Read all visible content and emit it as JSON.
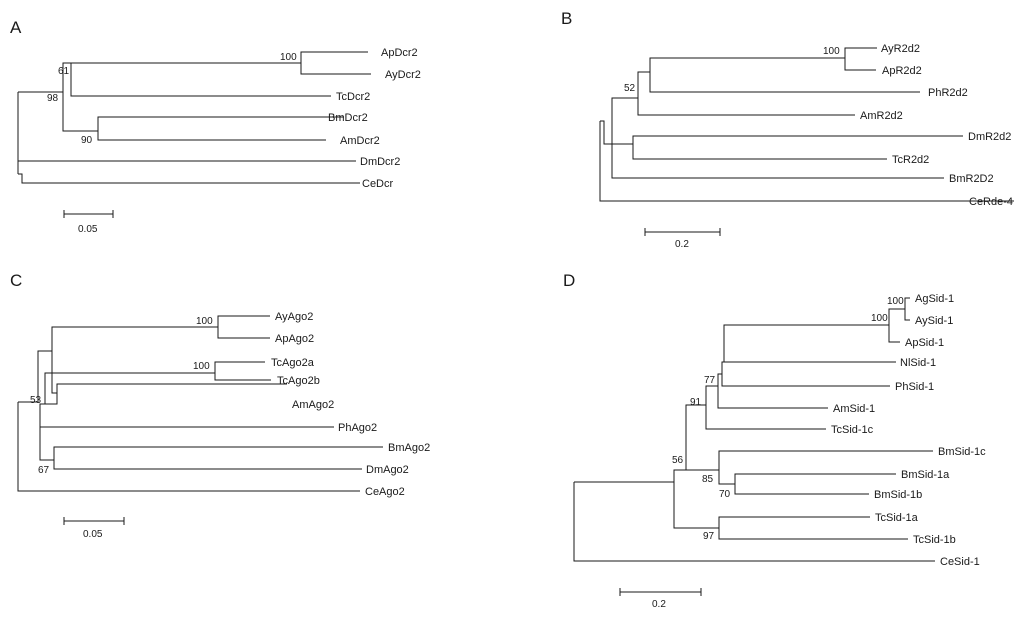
{
  "panels": [
    {
      "letter": "A",
      "scale_label": "0.05",
      "leaves": [
        "ApDcr2",
        "AyDcr2",
        "TcDcr2",
        "BmDcr2",
        "AmDcr2",
        "DmDcr2",
        "CeDcr"
      ],
      "bootstrap": [
        "100",
        "61",
        "98",
        "90"
      ]
    },
    {
      "letter": "B",
      "scale_label": "0.2",
      "leaves": [
        "AyR2d2",
        "ApR2d2",
        "PhR2d2",
        "AmR2d2",
        "DmR2d2",
        "TcR2d2",
        "BmR2D2",
        "CeRde-4"
      ],
      "bootstrap": [
        "100",
        "52"
      ]
    },
    {
      "letter": "C",
      "scale_label": "0.05",
      "leaves": [
        "AyAgo2",
        "ApAgo2",
        "TcAgo2a",
        "TcAgo2b",
        "AmAgo2",
        "PhAgo2",
        "BmAgo2",
        "DmAgo2",
        "CeAgo2"
      ],
      "bootstrap": [
        "100",
        "100",
        "53",
        "67"
      ]
    },
    {
      "letter": "D",
      "scale_label": "0.2",
      "leaves": [
        "AgSid-1",
        "AySid-1",
        "ApSid-1",
        "NlSid-1",
        "PhSid-1",
        "AmSid-1",
        "TcSid-1c",
        "BmSid-1c",
        "BmSid-1a",
        "BmSid-1b",
        "TcSid-1a",
        "TcSid-1b",
        "CeSid-1"
      ],
      "bootstrap": [
        "100",
        "100",
        "77",
        "91",
        "56",
        "85",
        "70",
        "97"
      ]
    }
  ]
}
